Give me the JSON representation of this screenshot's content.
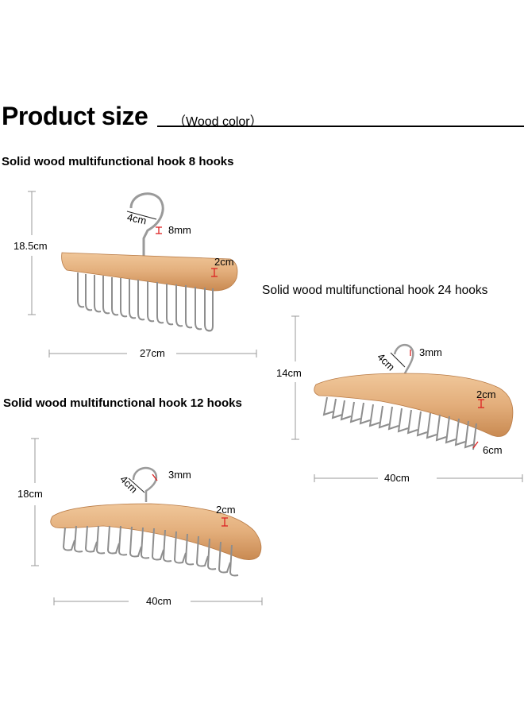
{
  "header": {
    "title": "Product size",
    "subtitle": "（Wood color）"
  },
  "products": {
    "hook8": {
      "title": "Solid wood multifunctional hook 8 hooks",
      "height": "18.5cm",
      "width": "27cm",
      "hook_width": "4cm",
      "wire": "8mm",
      "thickness": "2cm"
    },
    "hook24": {
      "title": "Solid wood multifunctional hook 24 hooks",
      "height": "14cm",
      "width": "40cm",
      "hook_width": "4cm",
      "wire": "3mm",
      "thickness": "2cm",
      "hook_length": "6cm"
    },
    "hook12": {
      "title": "Solid wood multifunctional hook 12 hooks",
      "height": "18cm",
      "width": "40cm",
      "hook_width": "4cm",
      "wire": "3mm",
      "thickness": "2cm"
    }
  },
  "colors": {
    "wood_light": "#e8b98a",
    "wood_dark": "#c98a52",
    "metal": "#9a9a9a",
    "dim_line": "#9a9a9a",
    "marker": "#d22"
  }
}
